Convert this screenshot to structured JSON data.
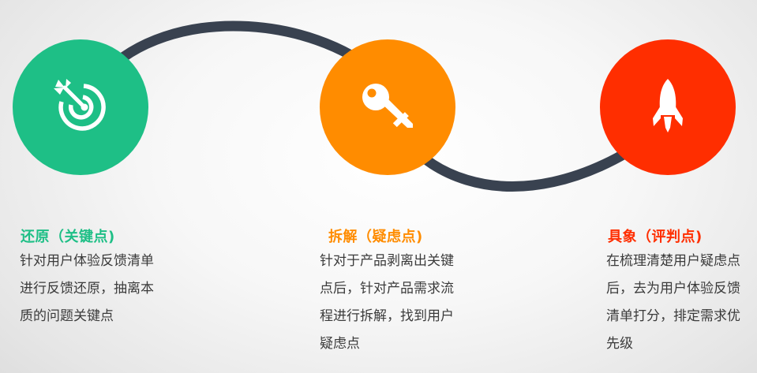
{
  "colors": {
    "connector": "#394250",
    "step1": "#1ebf86",
    "step2": "#ff8c00",
    "step3": "#ff2e00",
    "desc_text": "#3b3b3b"
  },
  "steps": [
    {
      "title": "还原（关键点)",
      "icon": "target-arrow-icon",
      "description": "针对用户体验反馈清单进行反馈还原，抽离本质的问题关键点"
    },
    {
      "title": "拆解（疑虑点)",
      "icon": "key-icon",
      "description": "针对于产品剥离出关键点后，针对产品需求流程进行拆解，找到用户疑虑点"
    },
    {
      "title": "具象（评判点)",
      "icon": "rocket-icon",
      "description": "在梳理清楚用户疑虑点后，去为用户体验反馈清单打分，排定需求优先级"
    }
  ]
}
